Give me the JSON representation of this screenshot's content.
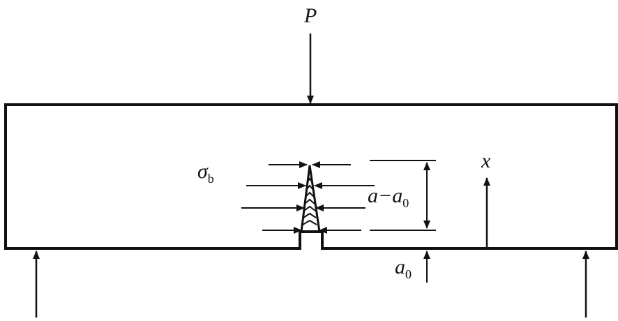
{
  "diagram": {
    "load_label": "P",
    "stress_label": "σ",
    "stress_subscript": "b",
    "crack_extension_label": "a−a",
    "crack_extension_subscript": "0",
    "notch_depth_label": "a",
    "notch_depth_subscript": "0",
    "axis_label": "x",
    "colors": {
      "stroke": "#111111",
      "background": "#ffffff"
    }
  }
}
